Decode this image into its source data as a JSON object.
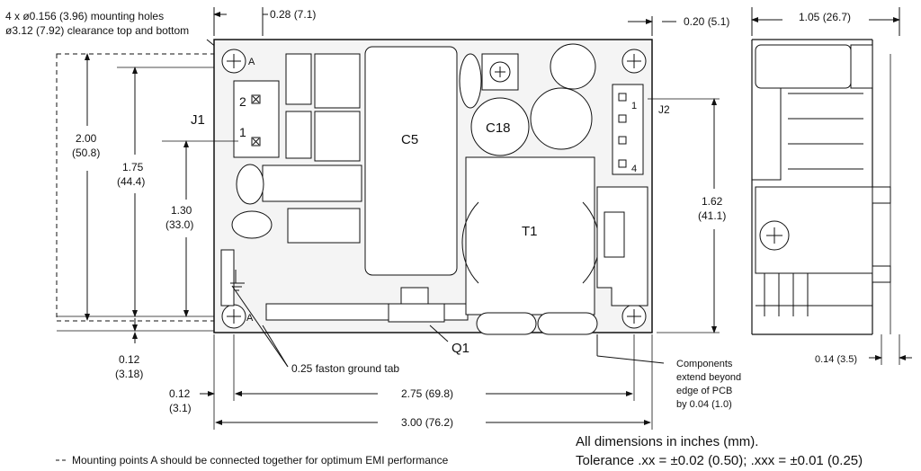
{
  "notes": {
    "mounting_holes_1": "4 x ø0.156 (3.96) mounting holes",
    "mounting_holes_2": "ø3.12 (7.92) clearance top and bottom",
    "faston": "0.25 faston ground tab",
    "components_1": "Components",
    "components_2": "extend beyond",
    "components_3": "edge of PCB",
    "components_4": "by 0.04 (1.0)",
    "emi_note": "Mounting points A should be connected together for optimum EMI performance",
    "all_dims": "All dimensions in inches (mm).",
    "tolerance": "Tolerance .xx = ±0.02 (0.50);  .xxx = ±0.01 (0.25)"
  },
  "dimensions": {
    "top_028": "0.28 (7.1)",
    "top_020": "0.20 (5.1)",
    "top_105": "1.05 (26.7)",
    "h_200_a": "2.00",
    "h_200_b": "(50.8)",
    "h_175_a": "1.75",
    "h_175_b": "(44.4)",
    "h_130_a": "1.30",
    "h_130_b": "(33.0)",
    "h_162_a": "1.62",
    "h_162_b": "(41.1)",
    "b_012_a": "0.12",
    "b_012_b": "(3.18)",
    "b_012c_a": "0.12",
    "b_012c_b": "(3.1)",
    "b_275": "2.75 (69.8)",
    "b_300": "3.00 (76.2)",
    "side_014": "0.14 (3.5)"
  },
  "labels": {
    "j1": "J1",
    "j2": "J2",
    "pin1": "1",
    "pin2": "2",
    "j2_pin1": "1",
    "j2_pin4": "4",
    "c5": "C5",
    "c18": "C18",
    "t1": "T1",
    "q1": "Q1",
    "a1": "A",
    "a2": "A"
  }
}
